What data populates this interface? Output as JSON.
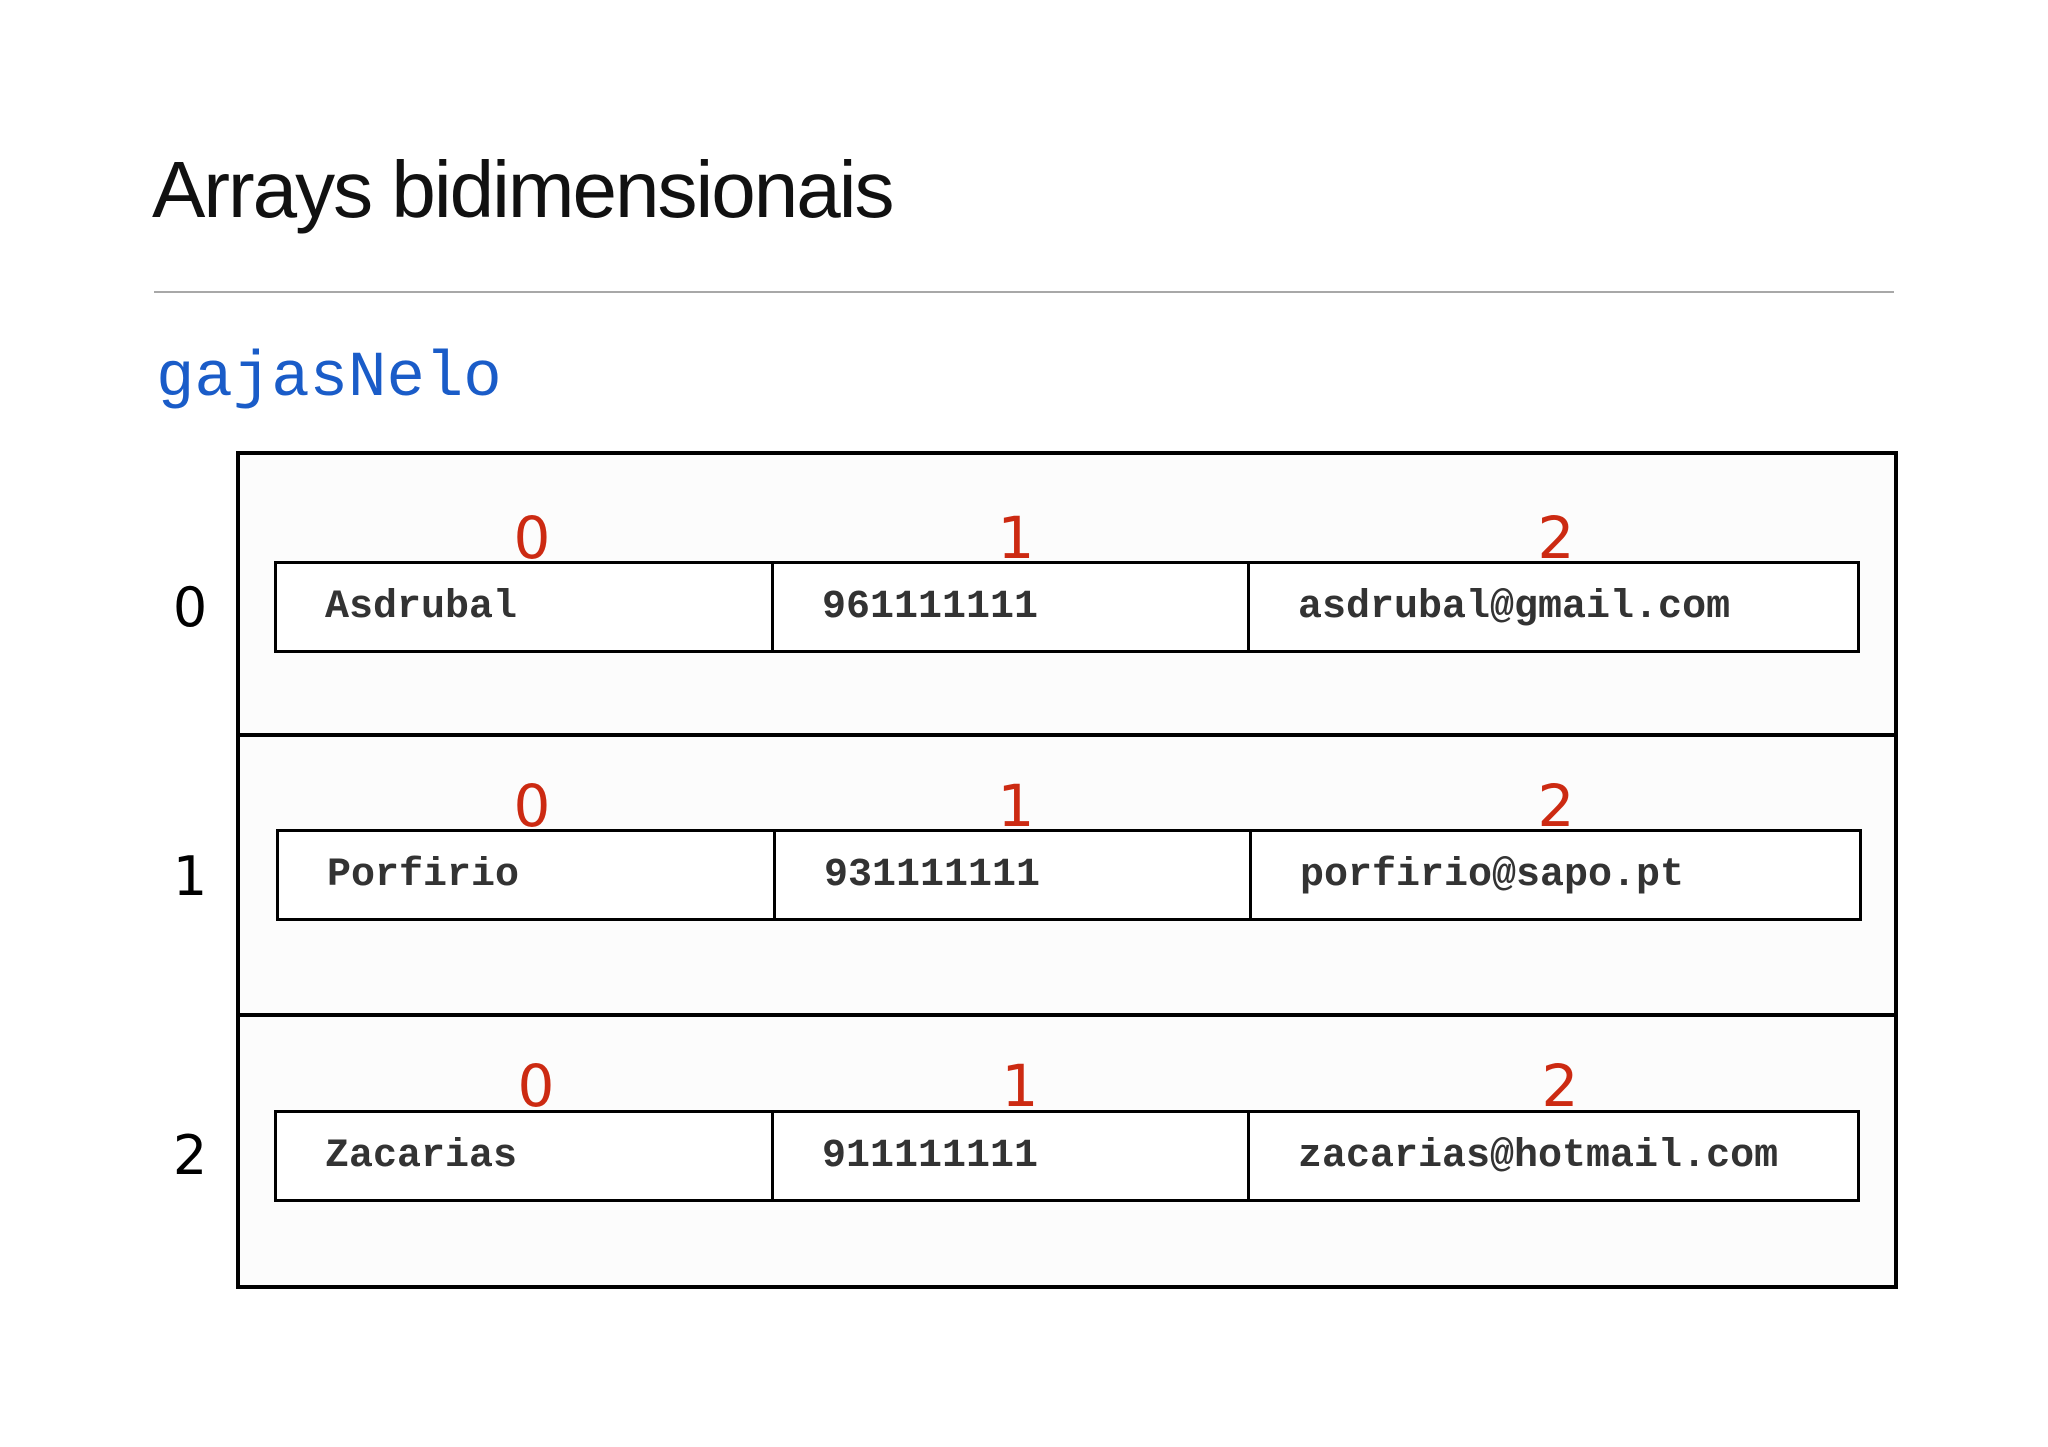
{
  "slide": {
    "title": "Arrays bidimensionais",
    "variable_name": "gajasNelo"
  },
  "colors": {
    "variable_name": "#1a5cc8",
    "column_index": "#cc2a12",
    "border": "#000000"
  },
  "array": {
    "column_indices": [
      "0",
      "1",
      "2"
    ],
    "rows": [
      {
        "index": "0",
        "cells": [
          "Asdrubal",
          "961111111",
          "asdrubal@gmail.com"
        ]
      },
      {
        "index": "1",
        "cells": [
          "Porfirio",
          "931111111",
          "porfirio@sapo.pt"
        ]
      },
      {
        "index": "2",
        "cells": [
          "Zacarias",
          "911111111",
          "zacarias@hotmail.com"
        ]
      }
    ]
  }
}
